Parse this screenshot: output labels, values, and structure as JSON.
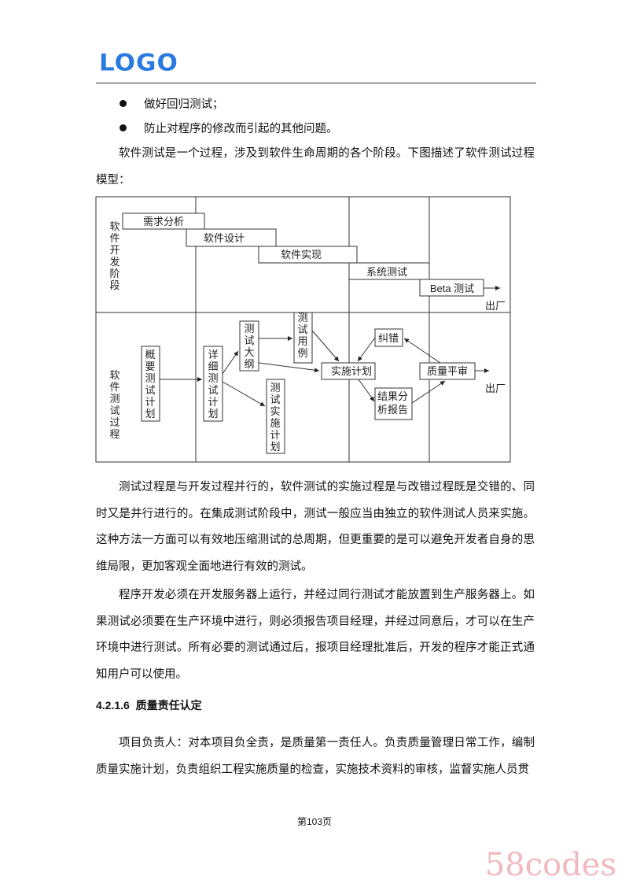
{
  "header": {
    "logo": "LOGO"
  },
  "bullets": [
    "做好回归测试；",
    "防止对程序的修改而引起的其他问题。"
  ],
  "intro": "软件测试是一个过程，涉及到软件生命周期的各个阶段。下图描述了软件测试过程模型：",
  "diagram": {
    "row_labels": [
      "软件开发阶段",
      "软件测试过程"
    ],
    "dev": [
      "需求分析",
      "软件设计",
      "软件实现",
      "系统测试",
      "Beta 测试"
    ],
    "test": {
      "outline_plan": "概要测试计划",
      "detail_plan": "详细测试计划",
      "test_outline": "测试大纲",
      "test_cases": "测试用例",
      "test_impl_plan": "测试实施计划",
      "impl_plan": "实施计划",
      "fix": "纠错",
      "result_report": "结果分析报告",
      "quality_review": "质量平审"
    },
    "release": "出厂"
  },
  "paragraphs": [
    "测试过程是与开发过程并行的，软件测试的实施过程是与改错过程既是交错的、同时又是并行进行的。在集成测试阶段中，测试一般应当由独立的软件测试人员来实施。这种方法一方面可以有效地压缩测试的总周期，但更重要的是可以避免开发者自身的思维局限，更加客观全面地进行有效的测试。",
    "程序开发必须在开发服务器上运行，并经过同行测试才能放置到生产服务器上。如果测试必须要在生产环境中进行，则必须报告项目经理，并经过同意后，才可以在生产环境中进行测试。所有必要的测试通过后，报项目经理批准后，开发的程序才能正式通知用户可以使用。"
  ],
  "section": {
    "number": "4.2.1.6",
    "title": "质量责任认定"
  },
  "section_text": "项目负责人：对本项目负全责，是质量第一责任人。负责质量管理日常工作，编制质量实施计划，负责组织工程实施质量的检查，实施技术资料的审核，监督实施人员贯",
  "footer": {
    "page": "第103页"
  },
  "watermark": "58codes",
  "colors": {
    "logo": "#2a7be0",
    "watermark": "#f2b8c0"
  }
}
